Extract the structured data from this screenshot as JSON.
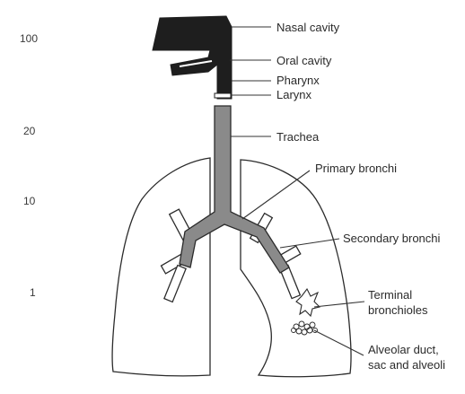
{
  "scale_ticks": [
    "100",
    "20",
    "10",
    "1"
  ],
  "labels": {
    "nasal_cavity": "Nasal cavity",
    "oral_cavity": "Oral cavity",
    "pharynx": "Pharynx",
    "larynx": "Larynx",
    "trachea": "Trachea",
    "primary_bronchi": "Primary bronchi",
    "secondary_bronchi": "Secondary bronchi",
    "terminal_bronchioles_1": "Terminal",
    "terminal_bronchioles_2": "bronchioles",
    "alveolar_1": "Alveolar duct,",
    "alveolar_2": "sac and alveoli"
  },
  "colors": {
    "dark_fill": "#1e1e1e",
    "airway_gray": "#8a8a8a",
    "outline": "#2b2b2b"
  }
}
